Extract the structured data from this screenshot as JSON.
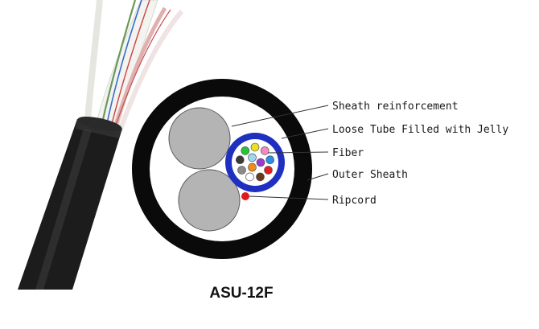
{
  "diagram": {
    "caption": "ASU-12F",
    "labels": {
      "sheath_reinforcement": "Sheath reinforcement",
      "loose_tube": "Loose Tube Filled with Jelly",
      "fiber": "Fiber",
      "outer_sheath": "Outer Sheath",
      "ripcord": "Ripcord"
    },
    "colors": {
      "outer_sheath": "#0a0a0a",
      "core_background": "#ffffff",
      "strength_members": "#b4b4b4",
      "loose_tube": "#1f2fc0",
      "ripcord": "#e01a1a",
      "cable_jacket": "#1c1c1c"
    },
    "fiber_colors": [
      "#e8e02a",
      "#f28ac2",
      "#2a8ee8",
      "#e02020",
      "#6b3a1a",
      "#ffffff",
      "#8a8a8a",
      "#3a3a3a",
      "#26c43a",
      "#9a3ad0",
      "#f08c1a",
      "#9fd6f0"
    ]
  }
}
